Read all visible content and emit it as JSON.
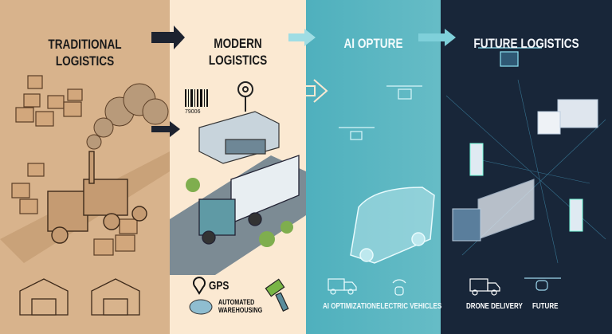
{
  "panels": [
    {
      "title_line1": "TRADITIONAL",
      "title_line2": "LOGISTICS",
      "color": "#d8b38c"
    },
    {
      "title_line1": "MODERN",
      "title_line2": "LOGISTICS",
      "color": "#fbe9d2",
      "barcode_text": "79006",
      "labels": {
        "gps": "GPS",
        "warehousing_line1": "AUTOMATED",
        "warehousing_line2": "WAREHOUSING"
      }
    },
    {
      "title": "AI OPTURE",
      "color": "#5ab5c0",
      "labels": {
        "ai": "AI OPTIMIZATION",
        "ev": "ELECTRIC VEHICLES"
      }
    },
    {
      "title": "FUTURE LOGISTICS",
      "color": "#182639",
      "labels": {
        "drone": "DRONE DELIVERY",
        "future": "FUTURE"
      }
    }
  ],
  "icons": [
    "boxes-icon",
    "smoke-icon",
    "semi-truck-icon",
    "barn-icon",
    "barcode-icon",
    "antenna-icon",
    "warehouse-icon",
    "truck-icon",
    "tree-icon",
    "gps-pin-icon",
    "scanner-icon",
    "drone-icon",
    "van-icon",
    "ev-charger-icon",
    "delivery-truck-icon",
    "arrow-right-icon"
  ]
}
